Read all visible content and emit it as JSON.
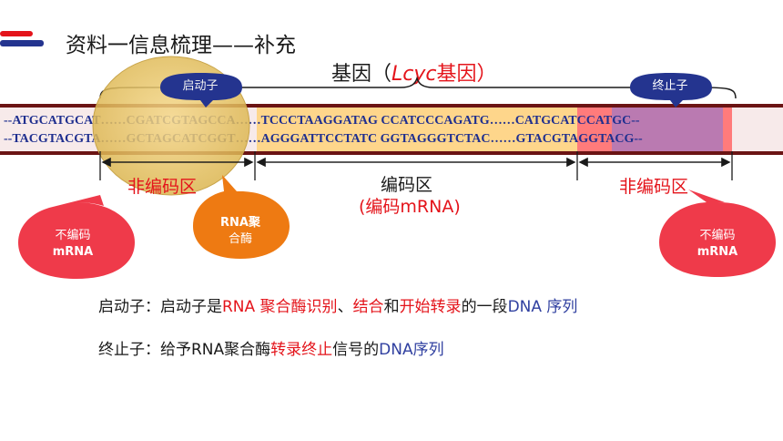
{
  "slide_title": "资料一信息梳理——补充",
  "gene": {
    "label_prefix": "基因（",
    "label_italic": "Lcyc",
    "label_suffix": "基因）"
  },
  "dna": {
    "strand1": "--ATGCATGCAT……CGATCGTAGCCA……TCCCTAAGGATAG CCATCCCAGATG……CATGCATCCATGC--",
    "strand2": "--TACGTACGTA……GCTAGCATCGGT……AGGGATTCCTATC GGTAGGGTCTAC……GTACGTAGGTACG--"
  },
  "callouts": {
    "promoter": "启动子",
    "terminator": "终止子",
    "rna_polymerase_line1": "RNA聚",
    "rna_polymerase_line2": "合酶",
    "noncoding_mrna_left_line1": "不编码",
    "noncoding_mrna_left_line2": "mRNA",
    "noncoding_mrna_right_line1": "不编码",
    "noncoding_mrna_right_line2": "mRNA"
  },
  "regions": {
    "noncoding_left": "非编码区",
    "coding": "编码区",
    "coding_sub": "(编码mRNA)",
    "noncoding_right": "非编码区"
  },
  "definitions": {
    "promoter": {
      "term": "启动子：",
      "p1": "启动子是",
      "p2": "RNA 聚合酶识别",
      "p3": "、",
      "p4": "结合",
      "p5": "和",
      "p6": "开始转录",
      "p7": "的一段",
      "p8": "DNA 序列"
    },
    "terminator": {
      "term": "终止子：",
      "p1": "给予RNA聚合酶",
      "p2": "转录终止",
      "p3": "信号的",
      "p4": "DNA序列"
    }
  },
  "colors": {
    "accent_red": "#e4141b",
    "dna_blue": "#1f2f8f",
    "band_dark": "#6b1414",
    "coding_highlight": "#ffd27a",
    "terminator_highlight": "#ff6f6f",
    "bubble_navy": "#24348f",
    "bubble_red": "#ef3a4a",
    "bubble_orange": "#ee7a12"
  }
}
